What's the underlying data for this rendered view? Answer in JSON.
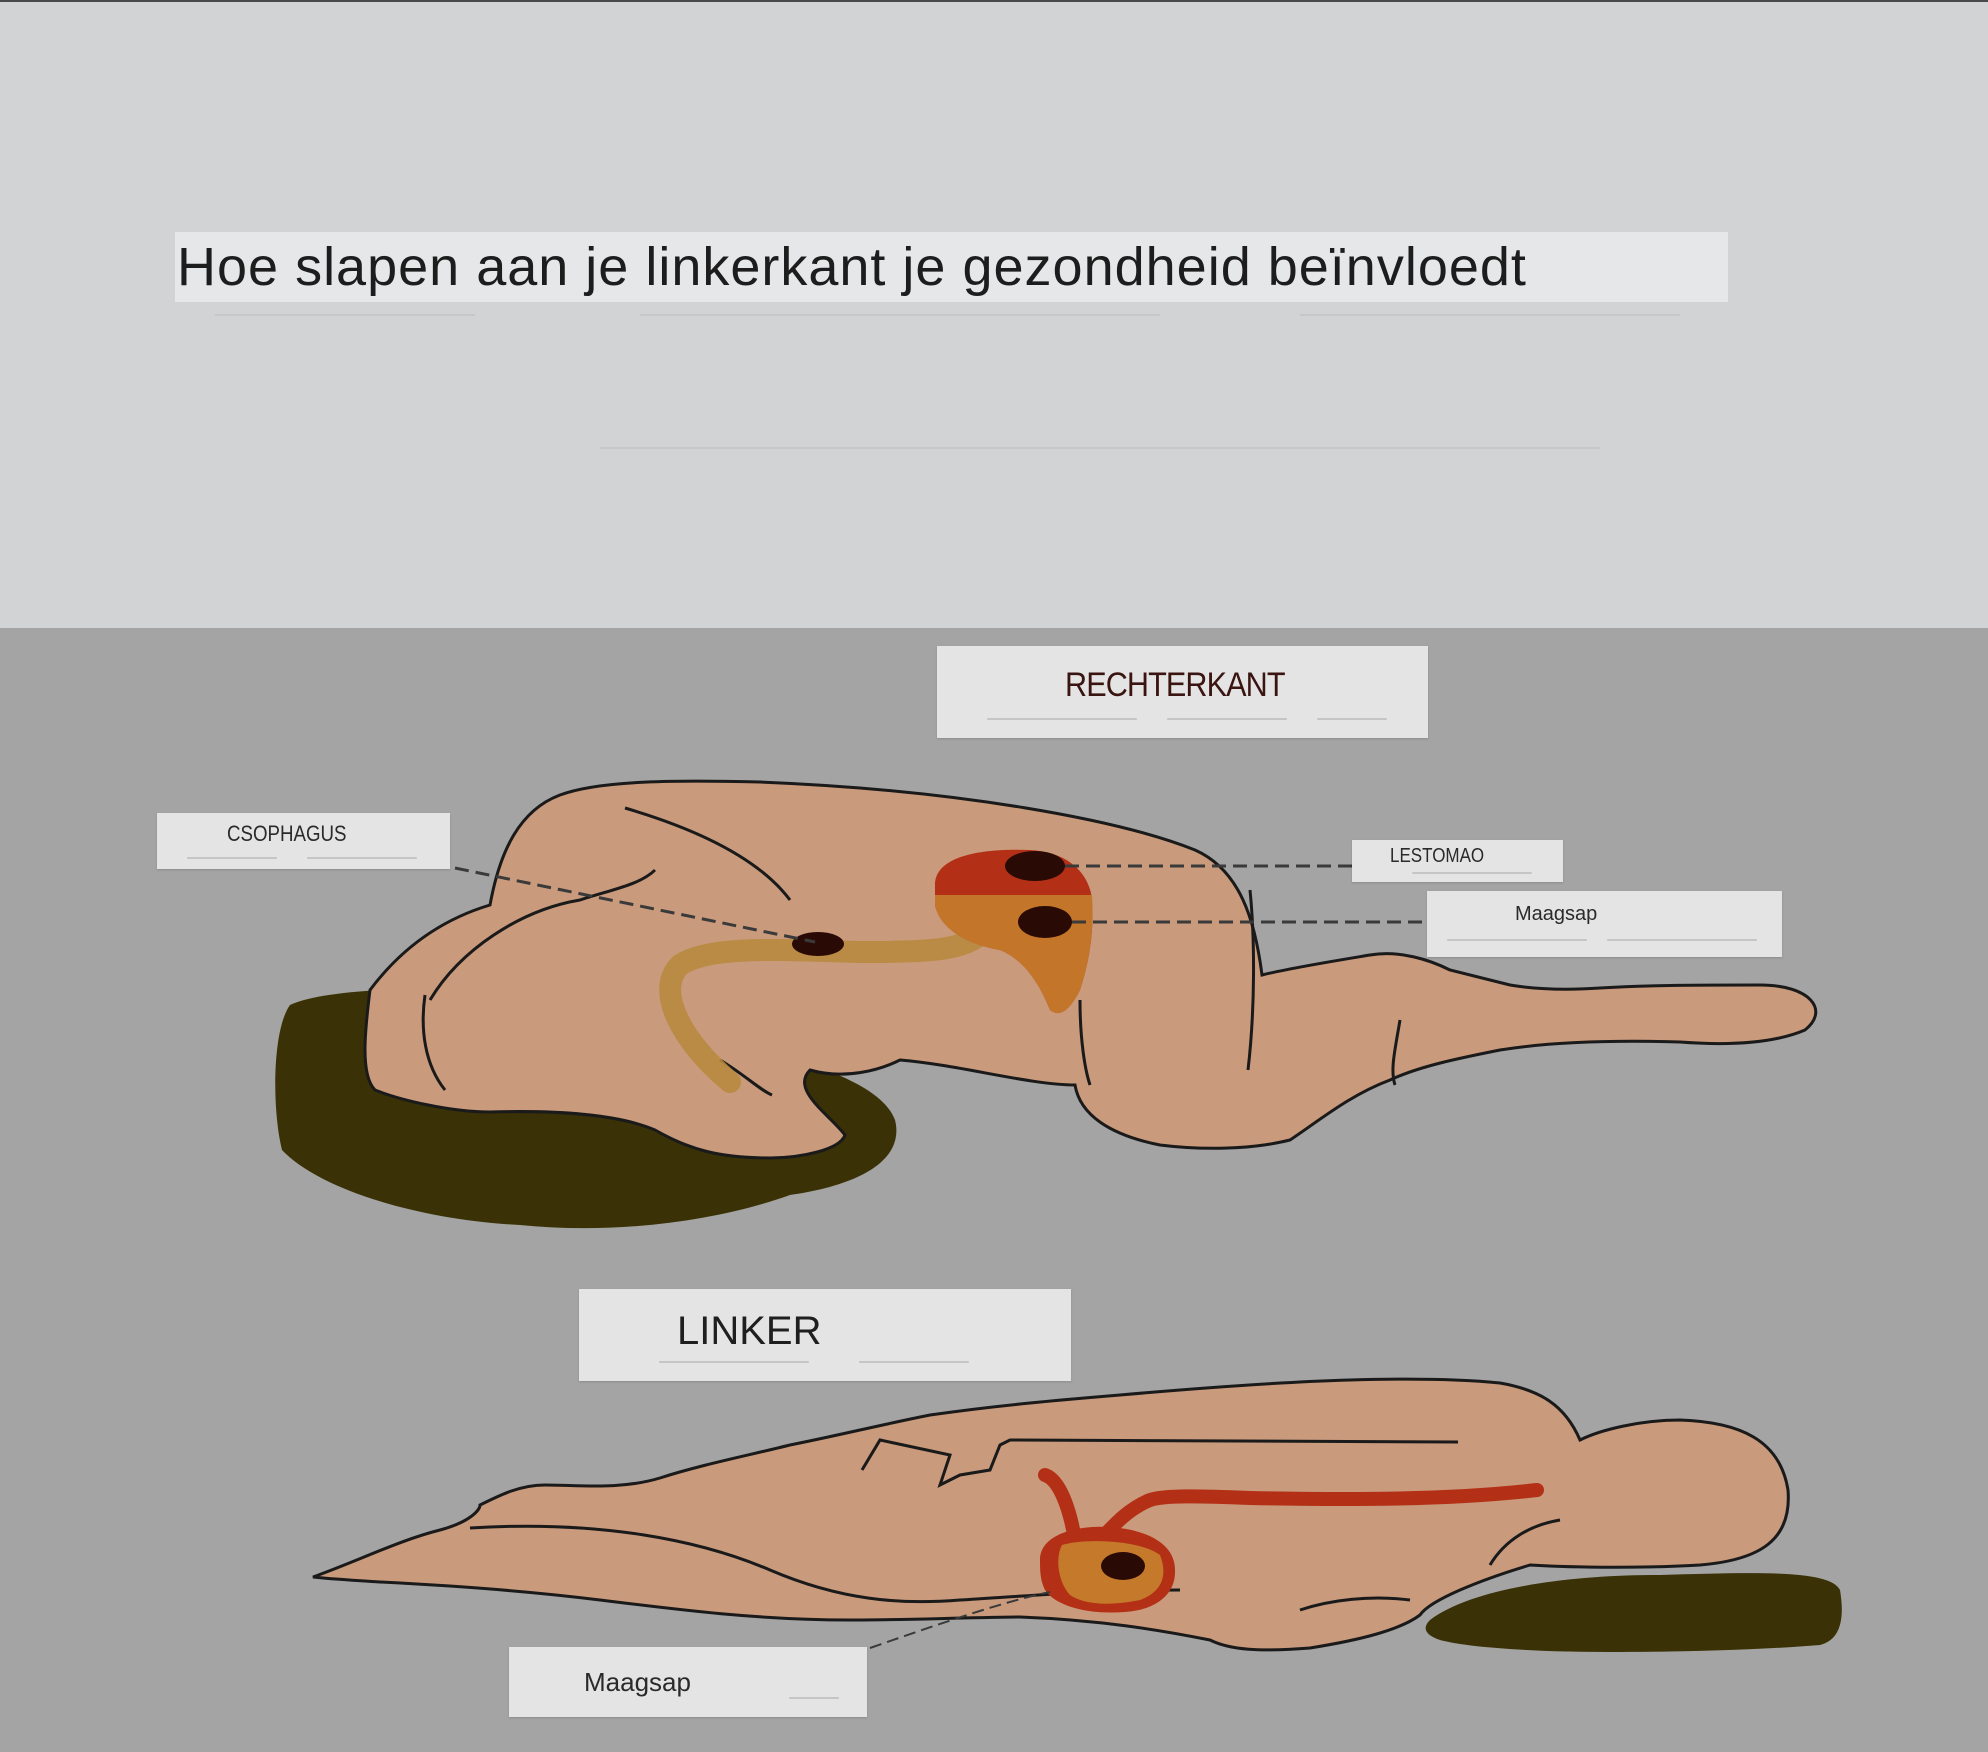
{
  "title": "Hoe slapen aan je linkerkant je gezondheid beïnvloedt",
  "labels": {
    "right_side": "RECHTERKANT",
    "esophagus": "CSOPHAGUS",
    "stomach": "LESTOMAO",
    "gastric_juice_top": "Maagsap",
    "left_side": "LINKER",
    "gastric_juice_bottom": "Maagsap"
  },
  "colors": {
    "skin": "#c99a7c",
    "outline": "#1a1a1a",
    "shadow": "#3a3106",
    "stomach_red": "#b33016",
    "gastric_orange": "#c47a2a",
    "esophagus_tube": "#b8893e",
    "background_top": "#d2d3d4",
    "background_bottom": "#a3a4a3"
  }
}
